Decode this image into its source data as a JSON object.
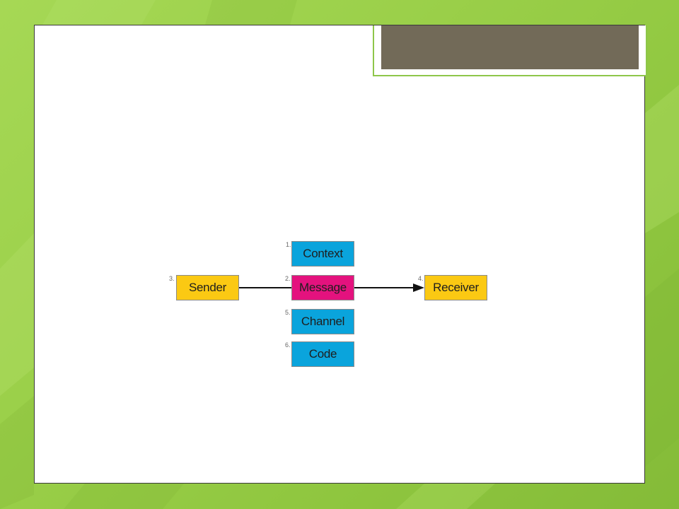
{
  "theme": {
    "background": "#9bd04a",
    "title_bar_fill": "#726a58",
    "title_bar_border": "#8ec64a"
  },
  "diagram": {
    "nodes": {
      "context": {
        "number": "1.",
        "label": "Context",
        "color": "#0aa4dc"
      },
      "message": {
        "number": "2.",
        "label": "Message",
        "color": "#e4127e"
      },
      "sender": {
        "number": "3.",
        "label": "Sender",
        "color": "#fbc913"
      },
      "receiver": {
        "number": "4.",
        "label": "Receiver",
        "color": "#fbc913"
      },
      "channel": {
        "number": "5.",
        "label": "Channel",
        "color": "#0aa4dc"
      },
      "code": {
        "number": "6.",
        "label": "Code",
        "color": "#0aa4dc"
      }
    },
    "edges": [
      {
        "from": "sender",
        "to": "message",
        "arrow": false
      },
      {
        "from": "message",
        "to": "receiver",
        "arrow": true
      }
    ]
  }
}
